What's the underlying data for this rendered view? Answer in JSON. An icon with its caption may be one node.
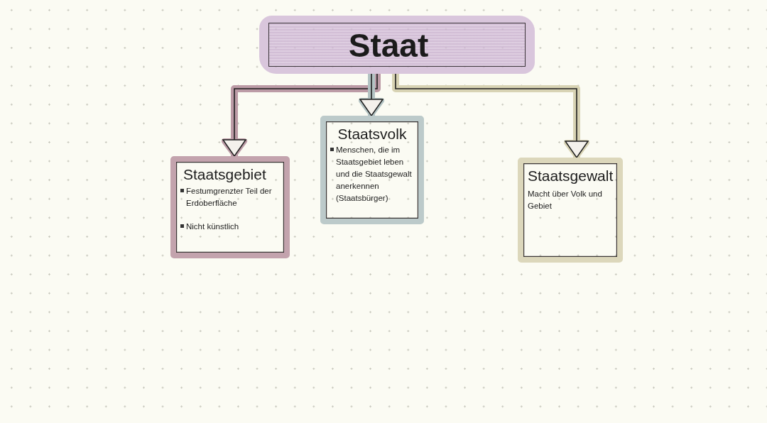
{
  "diagram": {
    "nodes": [
      {
        "text": [
          "Staat"
        ]
      },
      {
        "text": [
          "Staatsgebiet",
          "Festumgrenzter Teil der Erdoberfläche",
          "Nicht künstlich"
        ]
      },
      {
        "text": [
          "Staatsvolk",
          "Menschen, die im Staatsgebiet leben und die Staatsgewalt anerkennen (Staatsbürger)"
        ]
      },
      {
        "text": [
          "Staatsgewalt",
          "Macht über Volk und Gebiet"
        ]
      }
    ],
    "edges": [
      {
        "from": 0,
        "to": 1,
        "arrow": "to",
        "color": "#bc9ba6"
      },
      {
        "from": 0,
        "to": 2,
        "arrow": "to",
        "color": "#b3c3c3"
      },
      {
        "from": 0,
        "to": 3,
        "arrow": "to",
        "color": "#d8d3b4"
      }
    ]
  }
}
